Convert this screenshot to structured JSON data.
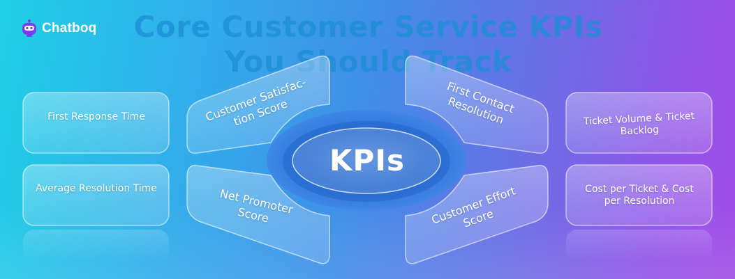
{
  "brand": {
    "name": "Chatboq",
    "icon": "robot-icon"
  },
  "title": {
    "line1": "Core Customer Service KPIs",
    "line2": "You Should Track"
  },
  "center": {
    "label": "KPIs"
  },
  "kpis": {
    "left_outer": [
      "First Response Time",
      "Average Resolution Time"
    ],
    "left_inner": [
      "Customer Satisfac-tion Score",
      "Net Promoter Score"
    ],
    "right_inner": [
      "First Contact Resolution",
      "Customer Effort Score"
    ],
    "right_outer": [
      "Ticket Volume & Ticket Backlog",
      "Cost per Ticket & Cost per Resolution"
    ]
  },
  "colors": {
    "title": "#1d8fd6",
    "brand_purple": "#7a3df0",
    "text": "#ffffff"
  }
}
